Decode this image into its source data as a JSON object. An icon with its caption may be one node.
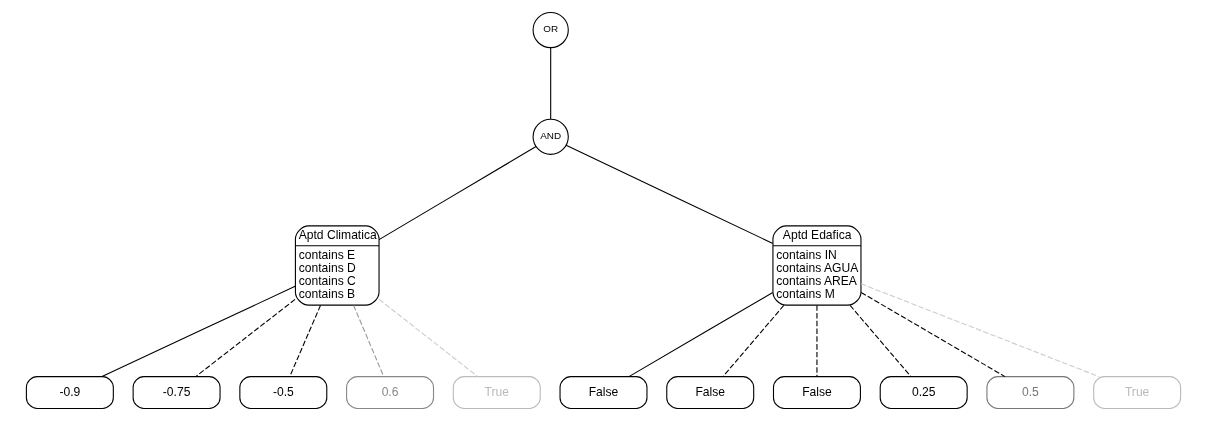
{
  "diagram": {
    "nodes": [
      {
        "text": [
          "OR"
        ]
      },
      {
        "text": [
          "AND"
        ]
      },
      {
        "text": [
          "Aptd Climatica",
          "contains E",
          "contains D",
          "contains C",
          "contains B"
        ]
      },
      {
        "text": [
          "Aptd Edafica",
          "contains IN",
          "contains AGUA",
          "contains AREA",
          "contains M"
        ]
      },
      {
        "text": [
          "-0.9"
        ]
      },
      {
        "text": [
          "-0.75"
        ]
      },
      {
        "text": [
          "-0.5"
        ]
      },
      {
        "text": [
          "0.6"
        ]
      },
      {
        "text": [
          "True"
        ]
      },
      {
        "text": [
          "False"
        ]
      },
      {
        "text": [
          "False"
        ]
      },
      {
        "text": [
          "False"
        ]
      },
      {
        "text": [
          "0.25"
        ]
      },
      {
        "text": [
          "0.5"
        ]
      },
      {
        "text": [
          "True"
        ]
      }
    ],
    "edges": [
      {
        "from": 0,
        "to": 1,
        "arrow": "none"
      },
      {
        "from": 1,
        "to": 2,
        "arrow": "none"
      },
      {
        "from": 1,
        "to": 3,
        "arrow": "none"
      },
      {
        "from": 2,
        "to": 4,
        "arrow": "none"
      },
      {
        "from": 2,
        "to": 5,
        "arrow": "none",
        "style": "dashed"
      },
      {
        "from": 2,
        "to": 6,
        "arrow": "none",
        "style": "dashed"
      },
      {
        "from": 2,
        "to": 7,
        "arrow": "none",
        "style": "dashed",
        "color": "#999999"
      },
      {
        "from": 2,
        "to": 8,
        "arrow": "none",
        "style": "dashed",
        "color": "#cccccc"
      },
      {
        "from": 3,
        "to": 9,
        "arrow": "none"
      },
      {
        "from": 3,
        "to": 10,
        "arrow": "none",
        "style": "dashed"
      },
      {
        "from": 3,
        "to": 11,
        "arrow": "none",
        "style": "dashed"
      },
      {
        "from": 3,
        "to": 12,
        "arrow": "none",
        "style": "dashed"
      },
      {
        "from": 3,
        "to": 13,
        "arrow": "none",
        "style": "dashed"
      },
      {
        "from": 3,
        "to": 14,
        "arrow": "none",
        "style": "dashed",
        "color": "#cccccc"
      }
    ]
  }
}
